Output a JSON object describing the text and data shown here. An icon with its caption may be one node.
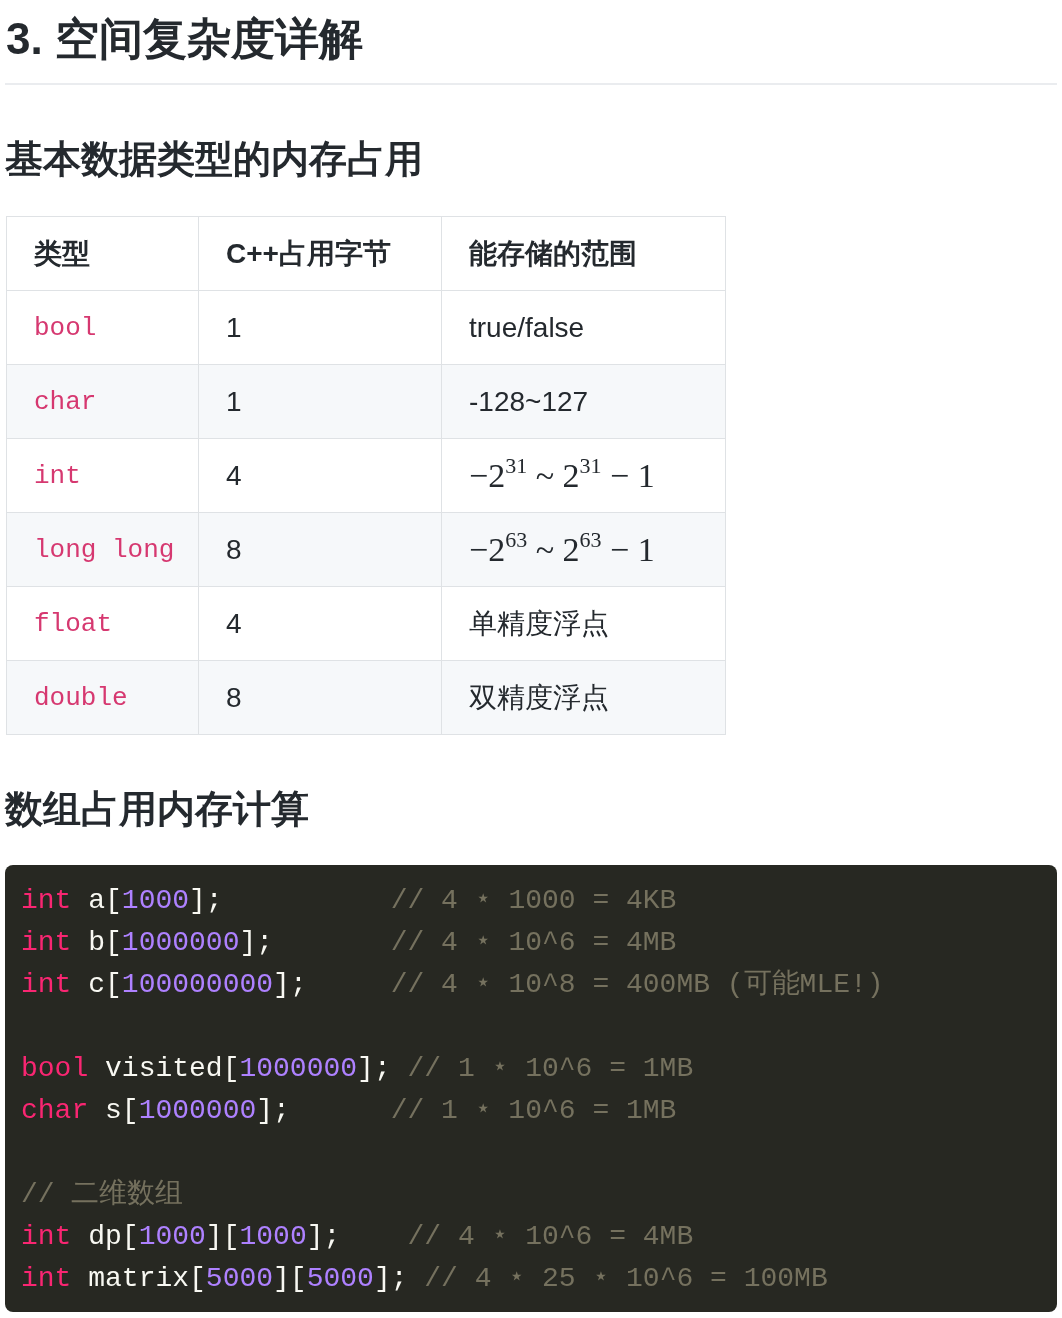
{
  "diagram": {
    "title": "3. 空间复杂度详解",
    "labels": [
      "基本数据类型的内存占用",
      "类型",
      "C++占用字节",
      "能存储的范围",
      "bool",
      "1",
      "true/false",
      "char",
      "1",
      "-128~127",
      "int",
      "4",
      "−2$^{31}$ ~ 2$^{31}$ − 1",
      "long long",
      "8",
      "−2$^{63}$ ~ 2$^{63}$ − 1",
      "float",
      "4",
      "单精度浮点",
      "double",
      "8",
      "双精度浮点",
      "数组占用内存计算",
      "int a[1000];          // 4 ⋆ 1000 = 4KB",
      "int b[1000000];       // 4 ⋆ 10^6 = 4MB",
      "int c[100000000];     // 4 ⋆ 10^8 = 400MB (可能MLE!)",
      "bool visited[1000000]; // 1 ⋆ 10^6 = 1MB",
      "char s[1000000];      // 1 ⋆ 10^6 = 1MB",
      "// 二维数组",
      "int dp[1000][1000];    // 4 ⋆ 10^6 = 4MB",
      "int matrix[5000][5000]; // 4 ⋆ 25 ⋆ 10^6 = 100MB"
    ]
  }
}
